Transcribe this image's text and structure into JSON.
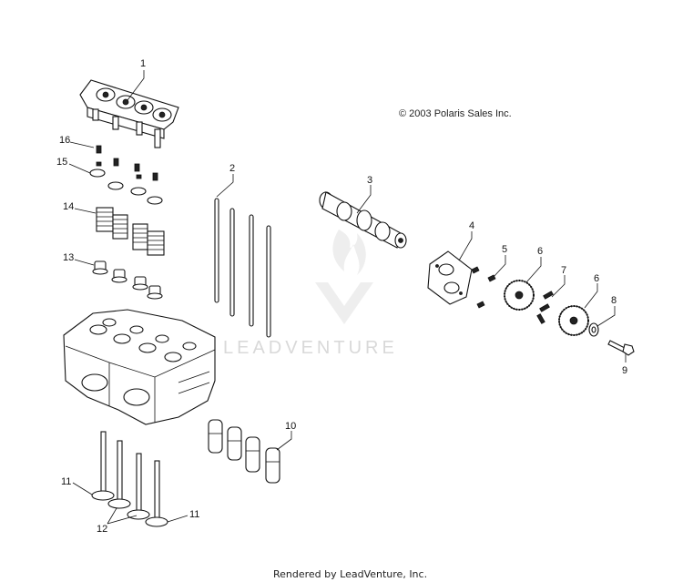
{
  "copyright": "© 2003 Polaris Sales Inc.",
  "footer": "Rendered by LeadVenture, Inc.",
  "watermark": {
    "text": "LEADVENTURE",
    "color": "#d9d9d9"
  },
  "callouts": [
    "1",
    "2",
    "3",
    "4",
    "5",
    "6",
    "6",
    "7",
    "8",
    "9",
    "10",
    "11",
    "11",
    "12",
    "13",
    "14",
    "15",
    "16"
  ]
}
